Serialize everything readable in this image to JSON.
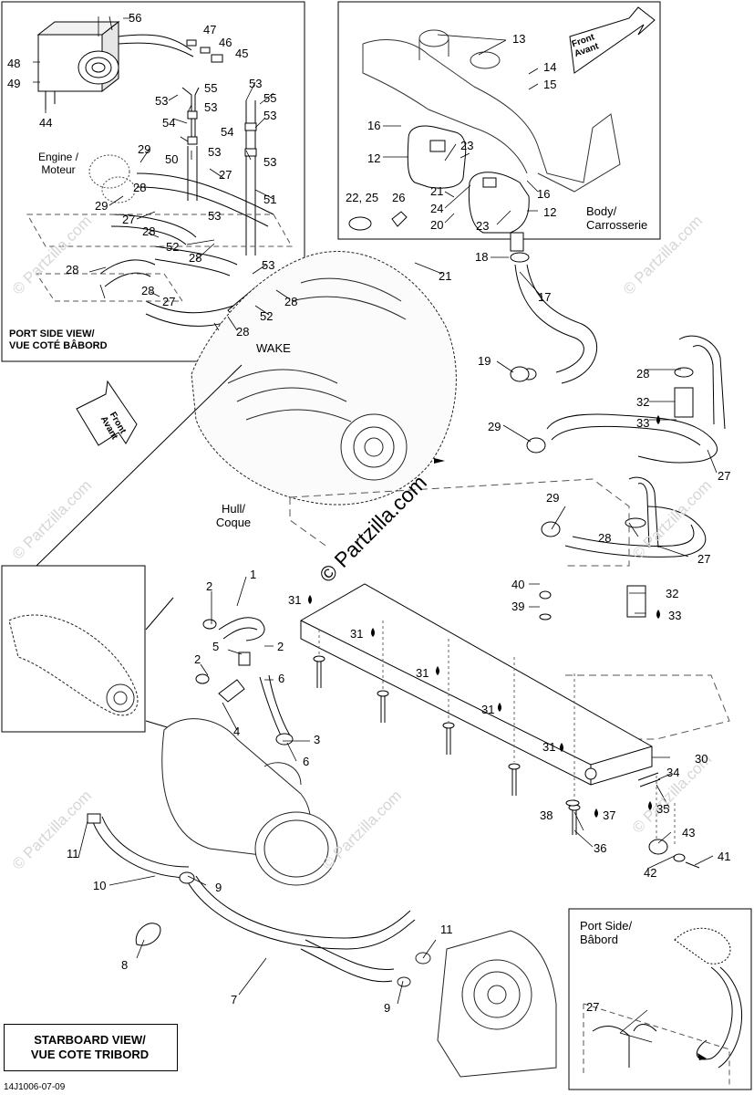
{
  "callouts": {
    "n1": "1",
    "n2": "2",
    "n3": "3",
    "n4": "4",
    "n5": "5",
    "n6": "6",
    "n7": "7",
    "n8": "8",
    "n9": "9",
    "n10": "10",
    "n11": "11",
    "n12": "12",
    "n13": "13",
    "n14": "14",
    "n15": "15",
    "n16": "16",
    "n17": "17",
    "n18": "18",
    "n19": "19",
    "n20": "20",
    "n21": "21",
    "n22_25": "22, 25",
    "n23": "23",
    "n24": "24",
    "n26": "26",
    "n27": "27",
    "n28": "28",
    "n29": "29",
    "n30": "30",
    "n31": "31",
    "n32": "32",
    "n33": "33",
    "n34": "34",
    "n35": "35",
    "n36": "36",
    "n37": "37",
    "n38": "38",
    "n39": "39",
    "n40": "40",
    "n41": "41",
    "n42": "42",
    "n43": "43",
    "n44": "44",
    "n45": "45",
    "n46": "46",
    "n47": "47",
    "n48": "48",
    "n49": "49",
    "n50": "50",
    "n51": "51",
    "n52": "52",
    "n53": "53",
    "n54": "54",
    "n55": "55",
    "n56": "56"
  },
  "labels": {
    "engine": "Engine /",
    "moteur": "Moteur",
    "port_side_view": "PORT SIDE VIEW/",
    "vue_babord": "VUE COTÉ BÂBORD",
    "wake": "WAKE",
    "body": "Body/",
    "carrosserie": "Carrosserie",
    "hull": "Hull/",
    "coque": "Coque",
    "front": "Front",
    "avant": "Avant",
    "port_side": "Port Side/",
    "babord": "Bâbord",
    "starboard_view": "STARBOARD VIEW/",
    "vue_tribord": "VUE COTE TRIBORD",
    "doc_code": "14J1006-07-09",
    "copyright": "© Partzilla.com",
    "watermark": "© Partzilla.com"
  }
}
